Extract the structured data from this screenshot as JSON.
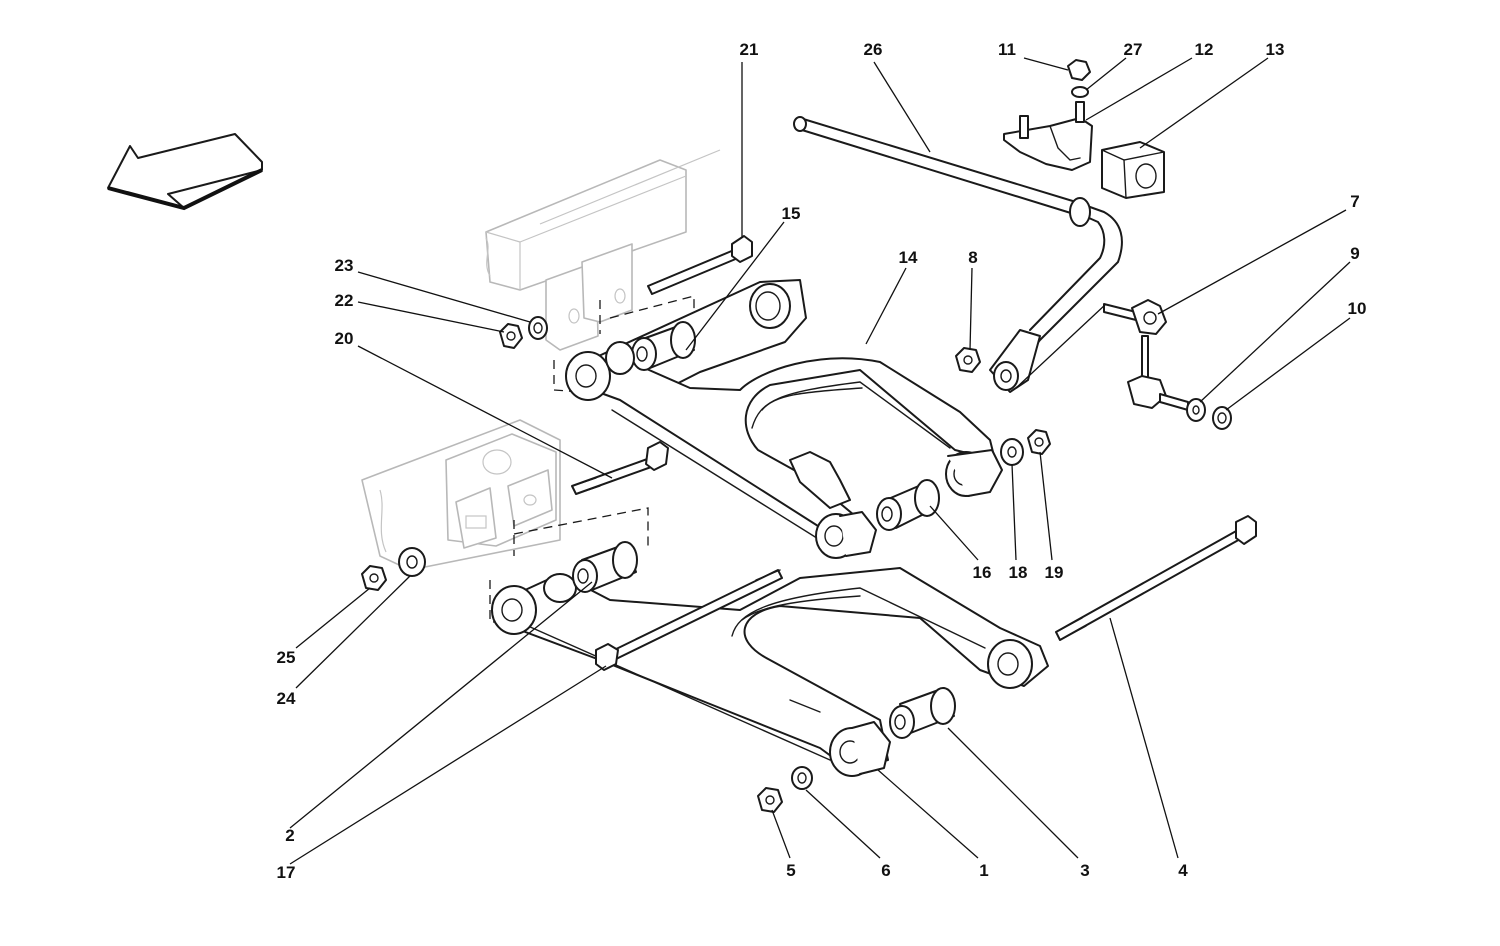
{
  "callouts": {
    "c1": "1",
    "c2": "2",
    "c3": "3",
    "c4": "4",
    "c5": "5",
    "c6": "6",
    "c7": "7",
    "c8": "8",
    "c9": "9",
    "c10": "10",
    "c11": "11",
    "c12": "12",
    "c13": "13",
    "c14": "14",
    "c15": "15",
    "c16": "16",
    "c17": "17",
    "c18": "18",
    "c19": "19",
    "c20": "20",
    "c21": "21",
    "c22": "22",
    "c23": "23",
    "c24": "24",
    "c25": "25",
    "c26": "26",
    "c27": "27"
  },
  "icons": {
    "direction": "front-direction-arrow-icon"
  }
}
